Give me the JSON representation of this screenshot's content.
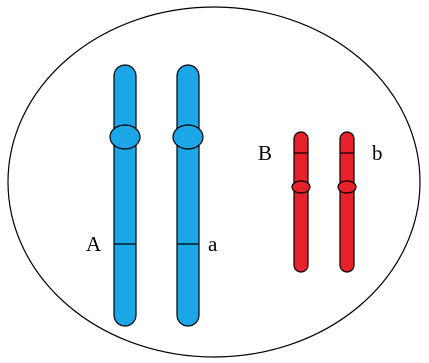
{
  "colors": {
    "large_pair": "#1ba6e8",
    "small_pair": "#e8222a",
    "outline": "#000000",
    "cell_fill": "#ffffff"
  },
  "labels": {
    "large_left": "A",
    "large_right": "a",
    "small_left": "B",
    "small_right": "b"
  }
}
